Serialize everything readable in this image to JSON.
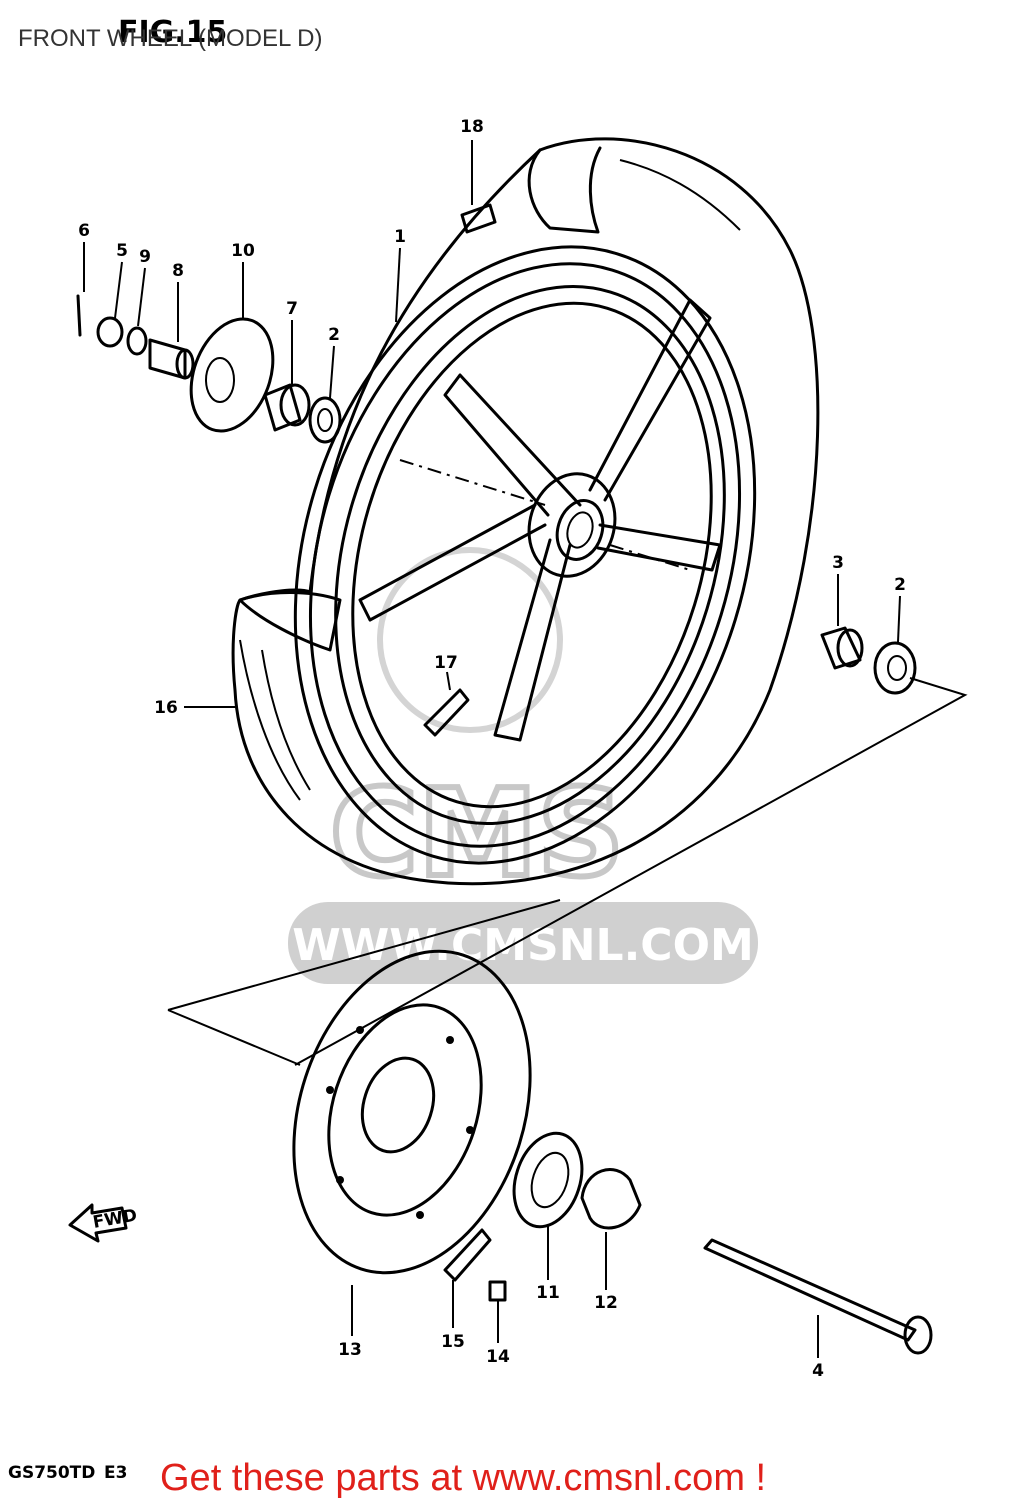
{
  "diagram": {
    "title": "FRONT WHEEL (MODEL D)",
    "figure_label": "FIG.15",
    "model_code": "GS750TD",
    "region_code": "E3",
    "direction_label": "FWD",
    "footer": "Get these parts at www.cmsnl.com !",
    "watermark": {
      "brand": "CMS",
      "url": "WWW.CMSNL.COM"
    },
    "callouts": [
      "1",
      "2",
      "2",
      "3",
      "4",
      "5",
      "6",
      "7",
      "8",
      "9",
      "10",
      "11",
      "12",
      "13",
      "14",
      "15",
      "16",
      "17",
      "18"
    ],
    "colors": {
      "line": "#000000",
      "footer": "#e0201a",
      "watermark": "#c8c8c8"
    }
  }
}
